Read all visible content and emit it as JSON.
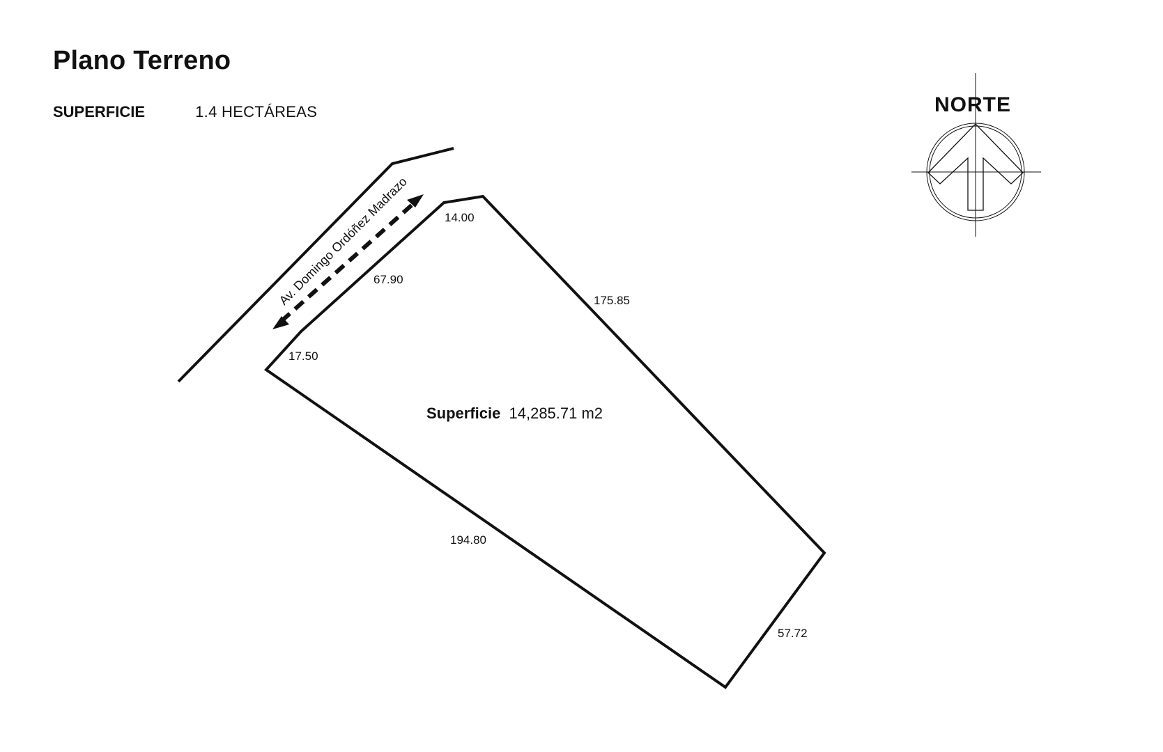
{
  "header": {
    "title": "Plano Terreno",
    "area_label": "SUPERFICIE",
    "area_value": "1.4 HECTÁREAS"
  },
  "plan": {
    "street_name": "Av. Domingo Ordóñez Madrazo",
    "surface_label": "Superficie",
    "surface_value": "14,285.71 m2",
    "dimensions": {
      "top_edge": "14.00",
      "upper_left_edge": "67.90",
      "lower_left_edge": "17.50",
      "right_edge": "175.85",
      "bottom_edge": "194.80",
      "bottom_right_edge": "57.72"
    }
  },
  "compass": {
    "label": "NORTE",
    "icon": "north-arrow-icon"
  }
}
